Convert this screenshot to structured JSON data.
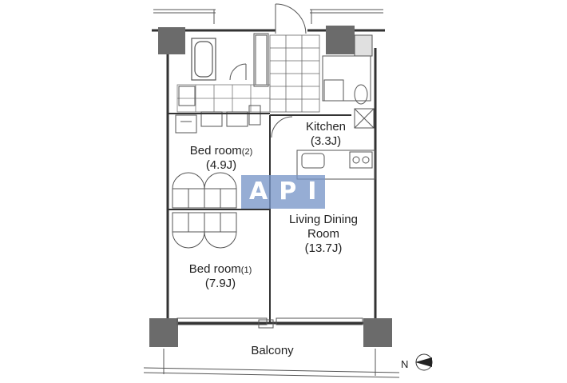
{
  "watermark": "API",
  "rooms": {
    "kitchen": {
      "name": "Kitchen",
      "size": "(3.3J)"
    },
    "bedroom2": {
      "name": "Bed room",
      "suffix": "(2)",
      "size": "(4.9J)"
    },
    "ldk": {
      "name_line1": "Living Dining",
      "name_line2": "Room",
      "size": "(13.7J)"
    },
    "bedroom1": {
      "name": "Bed room",
      "suffix": "(1)",
      "size": "(7.9J)"
    },
    "balcony": {
      "name": "Balcony"
    }
  },
  "compass": {
    "label": "N"
  },
  "colors": {
    "wall": "#333333",
    "fixture": "#777777",
    "column": "#6b6b6b",
    "watermark": "#7896c8"
  }
}
